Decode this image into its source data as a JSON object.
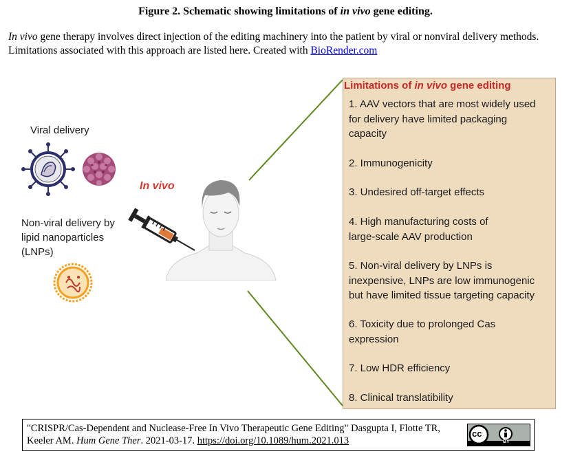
{
  "figure": {
    "title_prefix": "Figure 2. Schematic showing limitations of ",
    "title_italic": "in vivo",
    "title_suffix": " gene editing.",
    "caption_italic": "In vivo",
    "caption_text": " gene therapy involves direct injection of the editing machinery into the patient by viral or nonviral delivery methods. Limitations associated with this approach are listed here. Created with ",
    "caption_link": "BioRender.com"
  },
  "diagram": {
    "viral_label": "Viral delivery",
    "nonviral_label_lines": [
      "Non-viral delivery by",
      "lipid nanoparticles",
      "(LNPs)"
    ],
    "route_label": "In vivo",
    "panel_title_prefix": "Limitations of ",
    "panel_title_italic": "in vivo",
    "panel_title_suffix": " gene editing",
    "limitations": [
      {
        "lines": [
          "1. AAV vectors that are most widely used",
          "for delivery have limited packaging",
          "capacity"
        ]
      },
      {
        "lines": [
          "2. Immunogenicity"
        ]
      },
      {
        "lines": [
          "3. Undesired off-target effects"
        ]
      },
      {
        "lines": [
          "4. High manufacturing costs of",
          "large-scale AAV production"
        ]
      },
      {
        "lines": [
          "5. Non-viral delivery by LNPs is",
          "inexpensive, LNPs are low immunogenic",
          "but have limited tissue targeting capacity"
        ]
      },
      {
        "lines": [
          "6. Toxicity due to prolonged Cas",
          "expression"
        ]
      },
      {
        "lines": [
          "7. Low HDR efficiency"
        ]
      },
      {
        "lines": [
          "8. Clinical translatibility"
        ]
      }
    ],
    "colors": {
      "panel_bg": "#efdcbf",
      "title_red": "#c62828",
      "connector": "#5d8a1f"
    }
  },
  "citation": {
    "line1": "\"CRISPR/Cas-Dependent and Nuclease-Free In Vivo Therapeutic Gene Editing\" Dasgupta I, Flotte TR,",
    "line2_prefix": "Keeler AM. ",
    "journal": "Hum Gene Ther",
    "line2_mid": ". 2021-03-17. ",
    "doi": "https://doi.org/10.1089/hum.2021.013",
    "license_badge": {
      "cc": "cc",
      "by": "BY"
    }
  }
}
